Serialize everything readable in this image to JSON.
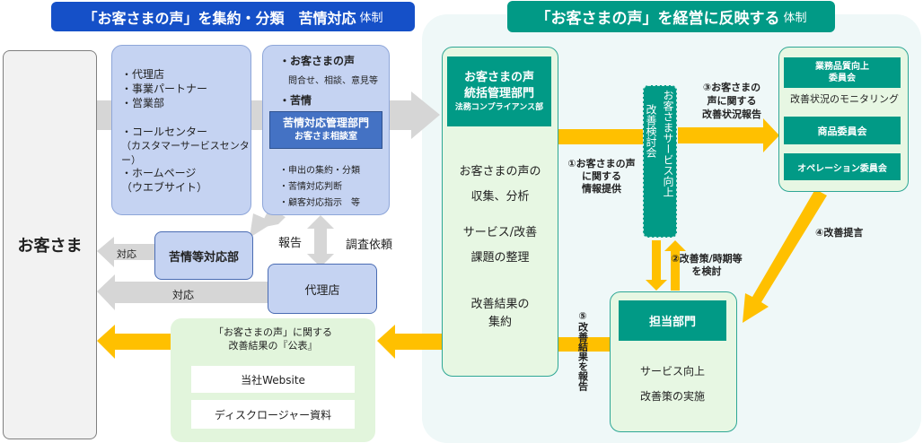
{
  "left_header": {
    "title": "「お客さまの声」を集約・分類　苦情対応",
    "suffix": "体制",
    "color": "#1550c8"
  },
  "right_header": {
    "title": "「お客さまの声」を経営に反映する",
    "suffix": "体制",
    "color": "#019a86"
  },
  "customer": {
    "label": "お客さま"
  },
  "channels": {
    "items": [
      "・代理店",
      "・事業パートナー",
      "・営業部",
      "・コールセンター",
      "（カスタマーサービスセンター）",
      "・ホームページ",
      "（ウエブサイト）"
    ]
  },
  "voice_box": {
    "voice_heading": "・お客さまの声",
    "voice_detail": "問合せ、相談、意見等",
    "complaint_heading": "・苦情",
    "dept_title": "苦情対応管理部門",
    "dept_sub": "お客さま相談室",
    "tasks": [
      "・申出の集約・分類",
      "・苦情対応判断",
      "・顧客対応指示　等"
    ]
  },
  "complaint_dept": {
    "label": "苦情等対応部"
  },
  "agency": {
    "label": "代理店"
  },
  "arrow_labels": {
    "respond_1": "対応",
    "respond_2": "対応",
    "report": "報告",
    "investigation_request": "調査依頼"
  },
  "publish": {
    "heading_line1": "「お客さまの声」に関する",
    "heading_line2": "改善結果の『公表』",
    "items": [
      "当社Website",
      "ディスクロージャー資料"
    ]
  },
  "central_dept": {
    "title_line1": "お客さまの声",
    "title_line2": "統括管理部門",
    "title_sub": "法務コンプライアンス部",
    "text_1a": "お客さまの声の",
    "text_1b": "収集、分析",
    "text_2a": "サービス/改善",
    "text_2b": "課題の整理",
    "text_3a": "改善結果の",
    "text_3b": "集約"
  },
  "review_council": {
    "col1": "お客さまサービス向上",
    "col2": "改善検討会"
  },
  "committees": {
    "quality_line1": "業務品質向上",
    "quality_line2": "委員会",
    "monitoring": "改善状況のモニタリング",
    "product": "商品委員会",
    "operation": "オペレーション委員会"
  },
  "responsible_dept": {
    "title": "担当部門",
    "text_1": "サービス向上",
    "text_2": "改善策の実施"
  },
  "steps": {
    "step1_line1": "①お客さまの声",
    "step1_line2": "に関する",
    "step1_line3": "情報提供",
    "step2_line1": "②改善策/時期等",
    "step2_line2": "を検討",
    "step3_line1": "③お客さまの",
    "step3_line2": "声に関する",
    "step3_line3": "改善状況報告",
    "step4": "④改善提言",
    "step5_num": "⑤",
    "step5_text": "改善結果を報告"
  },
  "colors": {
    "arrow_gray": "#d0d0d0",
    "arrow_yellow": "#ffc000",
    "teal": "#019a86",
    "light_blue": "#c5d3f2"
  }
}
